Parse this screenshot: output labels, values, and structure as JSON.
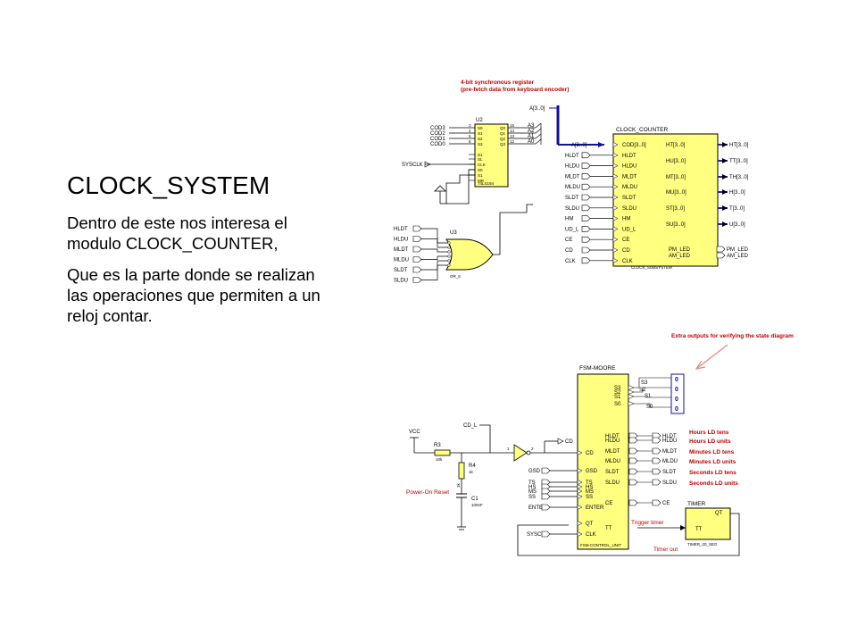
{
  "slide": {
    "title": "CLOCK_SYSTEM",
    "para1": "Dentro de este nos interesa el modulo CLOCK_COUNTER,",
    "para2": "Que es la parte donde se realizan las operaciones que permiten a un reloj contar."
  },
  "top": {
    "note1": "4-bit synchronous register",
    "note2": "(pre-fetch data from keyboard encoder)",
    "bus_a": "A[3..0]",
    "u2": {
      "ref": "U2",
      "part": "74LS194",
      "inputs": [
        "COD3",
        "COD2",
        "COD1",
        "COD0"
      ],
      "in_pins": [
        "S0",
        "S1",
        "S2",
        "S3"
      ],
      "out_pins": [
        "Q0",
        "Q1",
        "Q2",
        "Q3"
      ],
      "outputs": [
        "A3",
        "A2",
        "A1",
        "A0"
      ],
      "ctrl_pins": [
        "S1",
        "SL",
        "CLK",
        "S0",
        "S1",
        "MR"
      ],
      "pin_nums_l": [
        "3",
        "4",
        "5",
        "6"
      ],
      "pin_nums_r": [
        "15",
        "14",
        "13",
        "12"
      ]
    },
    "sysclk": "SYSCLK",
    "u3": {
      "ref": "U3",
      "part": "OR_6",
      "inputs": [
        "HLDT",
        "HLDU",
        "MLDT",
        "MLDU",
        "SLDT",
        "SLDU"
      ]
    },
    "cc": {
      "title": "CLOCK_COUNTER",
      "footer": "CLOCK_SUBSYSTEM",
      "left_ext": [
        "A[3..0]",
        "HLDT",
        "HLDU",
        "MLDT",
        "MLDU",
        "SLDT",
        "SLDU",
        "HM",
        "UD_L",
        "CE",
        "CD",
        "CLK"
      ],
      "left_pins": [
        "COD[3..0]",
        "HLDT",
        "HLDU",
        "MLDT",
        "MLDU",
        "SLDT",
        "SLDU",
        "HM",
        "UD_L",
        "CE",
        "CD",
        "CLK"
      ],
      "right_pins": [
        "HT[3..0]",
        "HU[3..0]",
        "MT[3..0]",
        "MU[3..0]",
        "ST[3..0]",
        "SU[3..0]",
        "PM_LED",
        "AM_LED"
      ],
      "right_ext": [
        "HT[3..0]",
        "TT[3..0]",
        "TH[3..0]",
        "H[3..0]",
        "T[3..0]",
        "U[3..0]",
        "PM_LED",
        "AM_LED"
      ]
    }
  },
  "bottom": {
    "note": "Extra outputs for verifying the state diagram",
    "fsm": {
      "title": "FSM-MOORE",
      "footer": "FSM-CONTROL_UNIT",
      "left_pins": [
        "CD",
        "GSD",
        "TS",
        "HS",
        "MS",
        "SS",
        "ENTER",
        "QT",
        "CLK"
      ],
      "left_ext": [
        "GSD",
        "TS",
        "HS",
        "MS",
        "SS",
        "ENTER",
        "SYSCLK"
      ],
      "top_pins": [
        "S3",
        "S2",
        "S1",
        "S0"
      ],
      "top_ext": [
        "S3",
        "S2",
        "S1",
        "S0"
      ],
      "right_pins": [
        "HLDT",
        "HLDU",
        "MLDT",
        "MLDU",
        "SLDT",
        "SLDU",
        "CE",
        "TT"
      ],
      "right_ext": [
        "HLDT",
        "HLDU",
        "MLDT",
        "MLDU",
        "SLDT",
        "SLDU",
        "CE"
      ],
      "zeros": [
        "0",
        "0",
        "0",
        "0"
      ],
      "desc": [
        "Hours LD tens",
        "Hours LD units",
        "Minutes LD tens",
        "Minutes LD units",
        "Seconds LD tens",
        "Seconds LD units"
      ]
    },
    "power": {
      "vcc": "VCC",
      "r3": "R3",
      "r3v": "10k",
      "r4": "R4",
      "r4v": "1k",
      "c1": "C1",
      "c1v": "100nF",
      "cd_l": "CD_L",
      "cd": "CD",
      "label": "Power-On Reset",
      "pin1": "1",
      "pin2": "2",
      "rv": "1k"
    },
    "timer": {
      "title": "TIMER",
      "tt": "TT",
      "qt": "QT",
      "footer": "TIMER_20_SEG",
      "trigger": "Trigger timer",
      "out": "Timer out"
    }
  },
  "colors": {
    "chip_fill": "#ffff80",
    "wire": "#000000",
    "bus": "#1010a0",
    "note": "#c00000",
    "arrow": "#e08a7a",
    "desc": "#c00000"
  }
}
